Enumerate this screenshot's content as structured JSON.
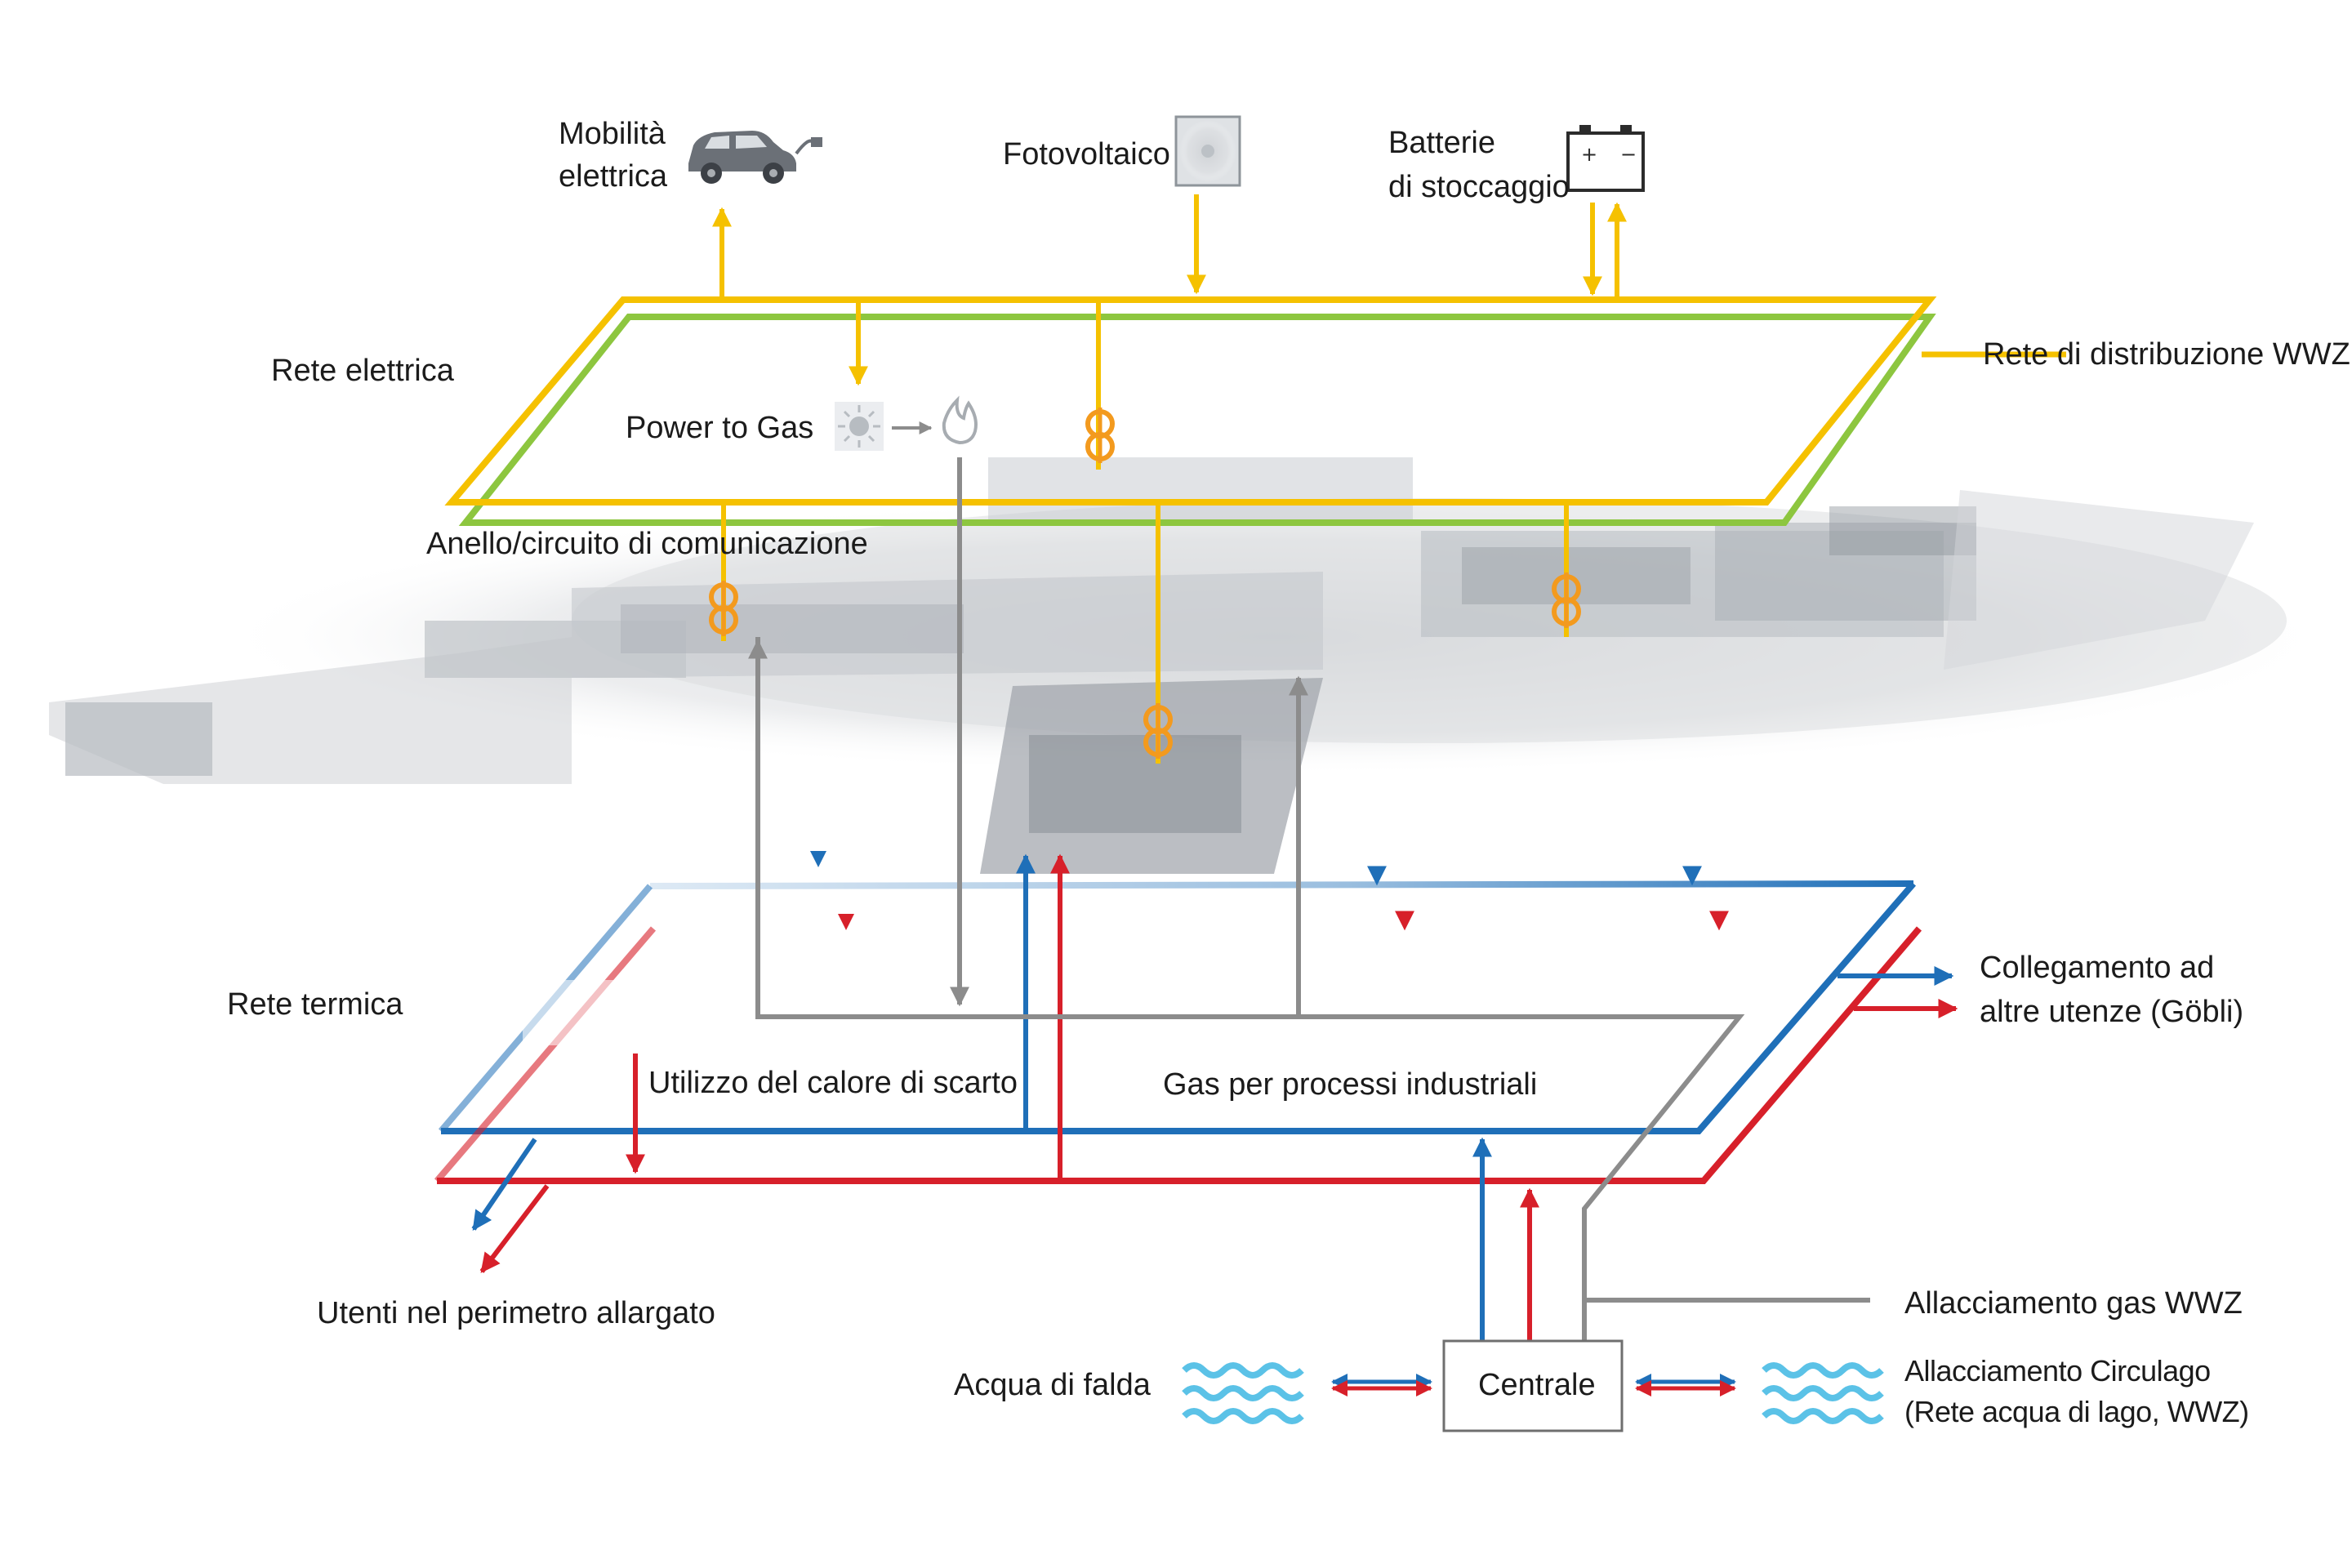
{
  "labels": {
    "mobilita_line1": "Mobilità",
    "mobilita_line2": "elettrica",
    "fotovoltaico": "Fotovoltaico",
    "batterie_line1": "Batterie",
    "batterie_line2": "di stoccaggio",
    "rete_elettrica": "Rete elettrica",
    "rete_distribuzione": "Rete di distribuzione WWZ",
    "power_to_gas": "Power to Gas",
    "anello": "Anello/circuito di comunicazione",
    "rete_termica": "Rete termica",
    "collegamento_line1": "Collegamento ad",
    "collegamento_line2": "altre utenze (Göbli)",
    "calore_scarto": "Utilizzo del calore di scarto",
    "gas_processi": "Gas per processi industriali",
    "utenti_perimetro": "Utenti nel perimetro allargato",
    "allacciamento_gas": "Allacciamento gas WWZ",
    "acqua_falda": "Acqua di falda",
    "centrale": "Centrale",
    "circulago_line1": "Allacciamento Circulago",
    "circulago_line2": "(Rete acqua di lago, WWZ)"
  },
  "icons": {
    "car": "electric-car-icon",
    "solar": "solar-panel-icon",
    "battery": "battery-icon",
    "sun": "sun-icon",
    "flame": "flame-icon",
    "transformer": "transformer-icon",
    "water": "water-waves-icon"
  },
  "colors": {
    "electric_yellow": "#f5c100",
    "network_green": "#8dc63f",
    "cold_blue": "#1f6fb8",
    "warm_red": "#d7202a",
    "gas_grey": "#8c8c8c",
    "transformer_orange": "#f39a1e",
    "water_cyan": "#5bc2e7"
  }
}
